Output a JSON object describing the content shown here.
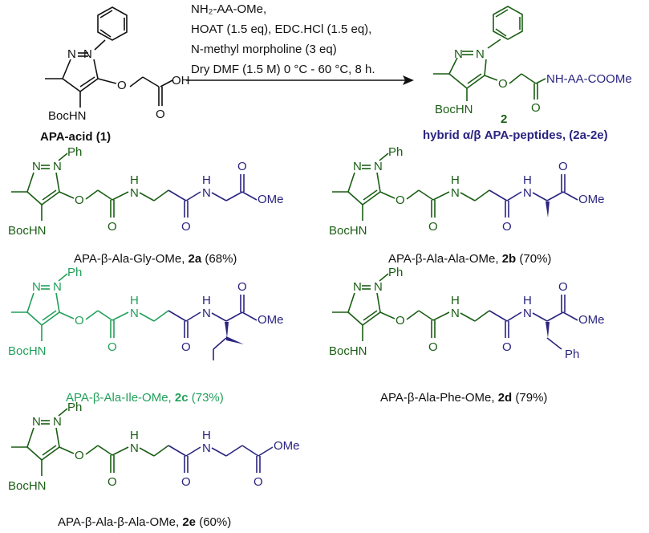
{
  "colors": {
    "black": "#111111",
    "green": "#1a5e14",
    "navy": "#2a2480",
    "highlight_green": "#22a05a"
  },
  "reaction": {
    "reagent_line_1": "NH₂-AA-OMe,",
    "reagent_line_2": "HOAT (1.5 eq), EDC.HCl (1.5 eq),",
    "reagent_line_3": "N-methyl morpholine (3 eq)",
    "reagent_line_4": "Dry DMF (1.5 M)  0 °C - 60 °C, 8 h.",
    "product_number": "2",
    "product_caption": "hybrid α/β APA-peptides, (2a-2e)"
  },
  "starting_material": {
    "caption": "APA-acid (1)",
    "atom_N1": "N",
    "atom_N2": "N",
    "atom_O_ether": "O",
    "atom_O_carbonyl": "O",
    "group_OH": "OH",
    "group_BocHN": "BocHN"
  },
  "generic_product": {
    "atom_N1": "N",
    "atom_N2": "N",
    "atom_O_ether": "O",
    "atom_O_carbonyl": "O",
    "group_BocHN": "BocHN",
    "group_tail": "NH-AA-COOMe"
  },
  "compounds": [
    {
      "id": "2a",
      "name": "APA-β-Ala-Gly-OMe, ",
      "code": "2a",
      "yield": " (68%)",
      "Ph": "Ph",
      "N": "N",
      "O": "O",
      "H": "H",
      "OMe": "OMe",
      "BocHN": "BocHN"
    },
    {
      "id": "2b",
      "name": "APA-β-Ala-Ala-OMe, ",
      "code": "2b",
      "yield": " (70%)",
      "Ph": "Ph",
      "N": "N",
      "O": "O",
      "H": "H",
      "OMe": "OMe",
      "BocHN": "BocHN"
    },
    {
      "id": "2c",
      "name": "APA-β-Ala-Ile-OMe, ",
      "code": "2c",
      "yield": " (73%)",
      "Ph": "Ph",
      "N": "N",
      "O": "O",
      "H": "H",
      "OMe": "OMe",
      "BocHN": "BocHN"
    },
    {
      "id": "2d",
      "name": "APA-β-Ala-Phe-OMe, ",
      "code": "2d",
      "yield": " (79%)",
      "Ph": "Ph",
      "N": "N",
      "O": "O",
      "H": "H",
      "OMe": "OMe",
      "BocHN": "BocHN",
      "side": "Ph"
    },
    {
      "id": "2e",
      "name": "APA-β-Ala-β-Ala-OMe, ",
      "code": "2e",
      "yield": " (60%)",
      "Ph": "Ph",
      "N": "N",
      "O": "O",
      "H": "H",
      "OMe": "OMe",
      "BocHN": "BocHN"
    }
  ]
}
